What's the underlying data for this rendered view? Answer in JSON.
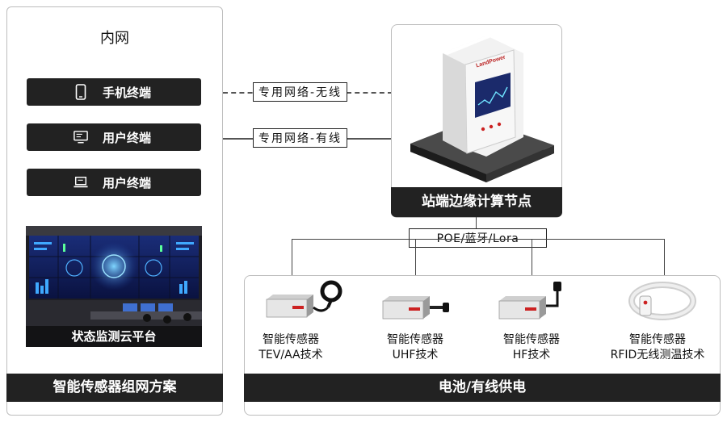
{
  "left_panel": {
    "title": "内网",
    "items": [
      {
        "label": "手机终端",
        "icon": "mobile-phone-icon"
      },
      {
        "label": "用户终端",
        "icon": "monitor-icon"
      },
      {
        "label": "用户终端",
        "icon": "laptop-icon"
      }
    ],
    "photo_caption": "状态监测云平台",
    "footer": "智能传感器组网方案"
  },
  "network_links": [
    {
      "label": "专用网络-无线",
      "style": "dashed"
    },
    {
      "label": "专用网络-有线",
      "style": "solid"
    }
  ],
  "edge_node": {
    "title": "站端边缘计算节点",
    "device_brand": "LandPower"
  },
  "protocol_label": "POE/蓝牙/Lora",
  "sensors": [
    {
      "line1": "智能传感器",
      "line2": "TEV/AA技术"
    },
    {
      "line1": "智能传感器",
      "line2": "UHF技术"
    },
    {
      "line1": "智能传感器",
      "line2": "HF技术"
    },
    {
      "line1": "智能传感器",
      "line2": "RFID无线测温技术"
    }
  ],
  "power_footer": "电池/有线供电",
  "colors": {
    "dark": "#222222",
    "screen": "#1b2a6b"
  }
}
